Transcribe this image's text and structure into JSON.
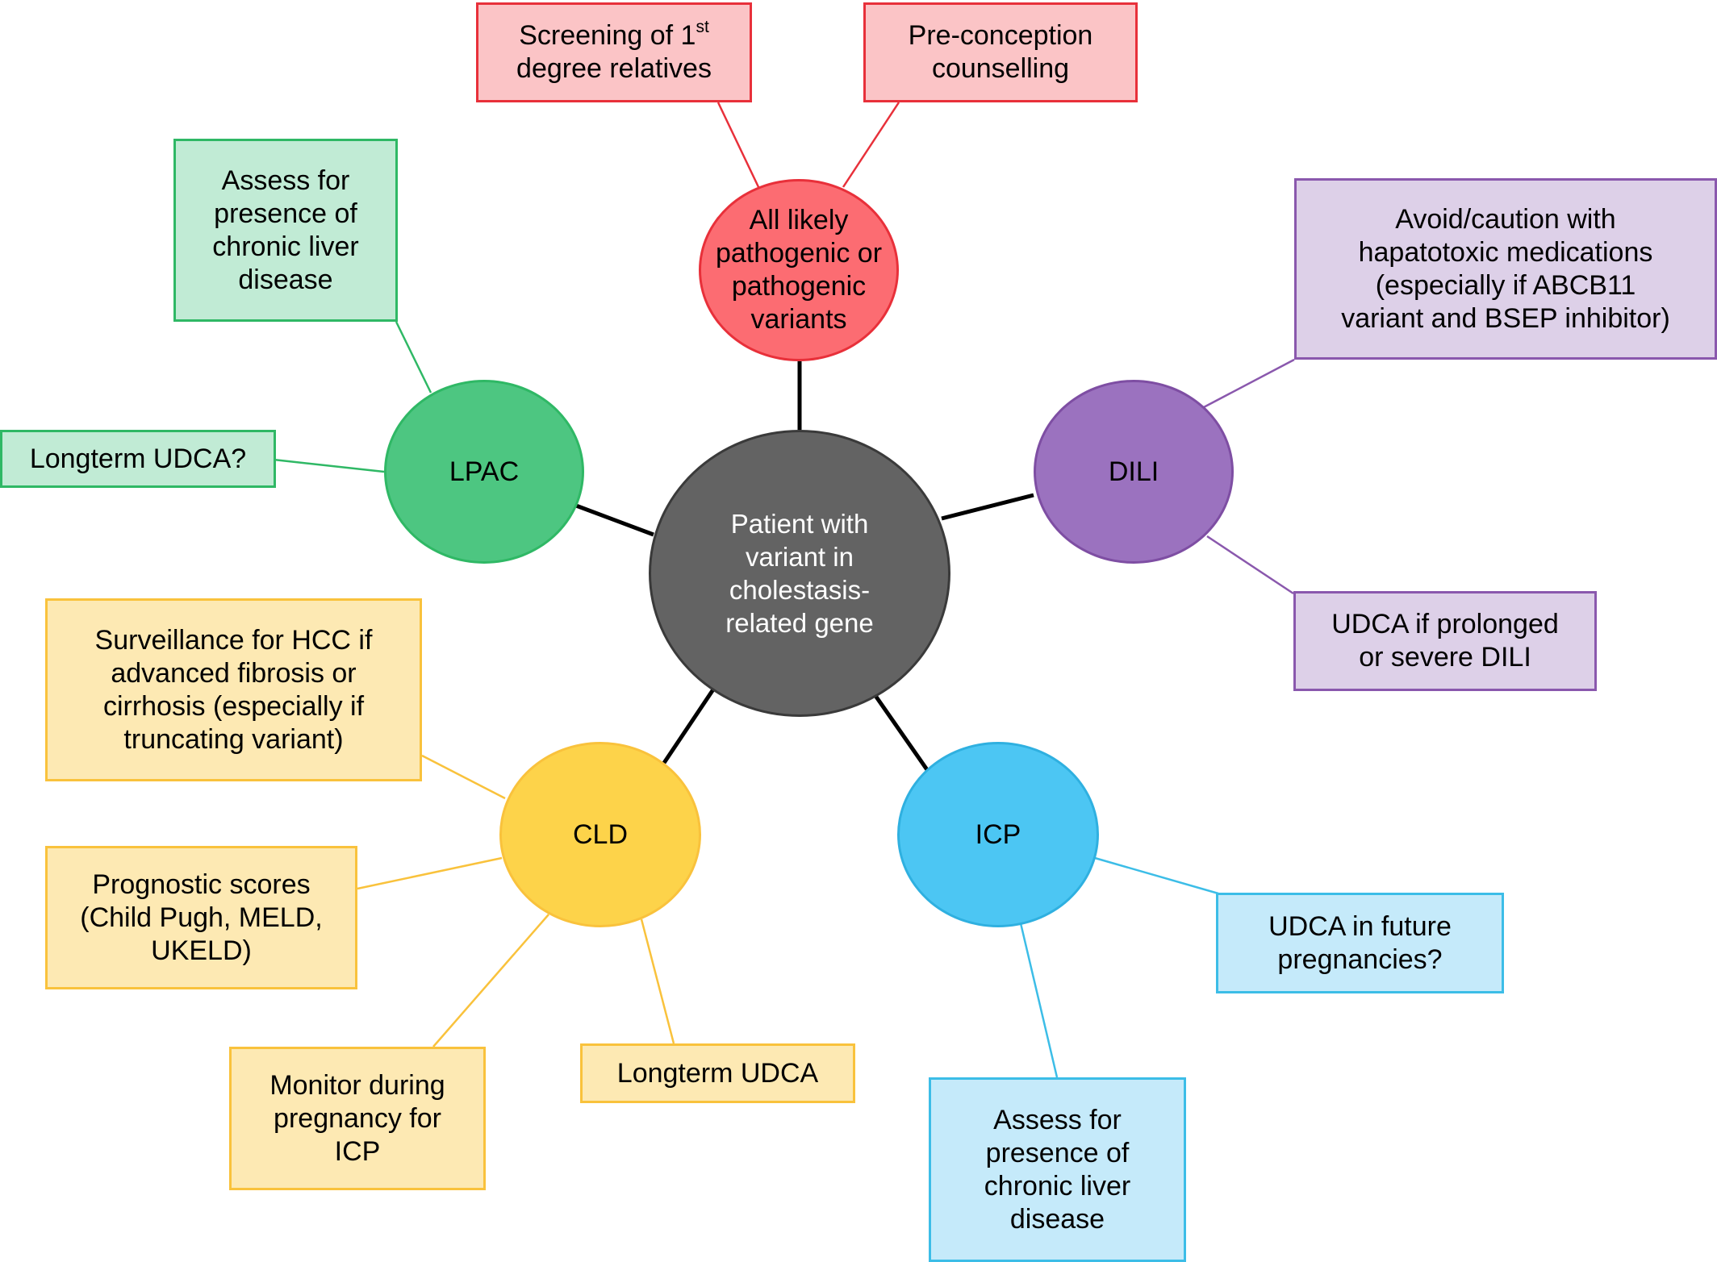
{
  "center": {
    "label": [
      "Patient with",
      "variant in",
      "cholestasis-",
      "related gene"
    ],
    "color": "#636363"
  },
  "nodes": {
    "pathogenic": {
      "label": [
        "All likely",
        "pathogenic or",
        "pathogenic",
        "variants"
      ],
      "color": "#fc6c72"
    },
    "lpac": {
      "label": [
        "LPAC"
      ],
      "color": "#4dc681"
    },
    "dili": {
      "label": [
        "DILI"
      ],
      "color": "#9b72bf"
    },
    "cld": {
      "label": [
        "CLD"
      ],
      "color": "#fdd34a"
    },
    "icp": {
      "label": [
        "ICP"
      ],
      "color": "#4cc6f3"
    }
  },
  "boxes": {
    "screening": {
      "line1_text": "Screening of 1",
      "line1_sup": "st",
      "line2": "degree relatives"
    },
    "preconception": {
      "label": [
        "Pre-conception",
        "counselling"
      ]
    },
    "lpac_assess": {
      "label": [
        "Assess for",
        "presence of",
        "chronic liver",
        "disease"
      ]
    },
    "lpac_udca": {
      "label": [
        "Longterm UDCA?"
      ]
    },
    "dili_avoid": {
      "label": [
        "Avoid/caution with",
        "hapatotoxic medications",
        "(especially if ABCB11",
        "variant and BSEP inhibitor)"
      ]
    },
    "dili_udca": {
      "label": [
        "UDCA if prolonged",
        "or severe DILI"
      ]
    },
    "cld_surveillance": {
      "label": [
        "Surveillance for HCC if",
        "advanced fibrosis or",
        "cirrhosis (especially if",
        "truncating variant)"
      ]
    },
    "cld_prognostic": {
      "label": [
        "Prognostic scores",
        "(Child Pugh, MELD,",
        "UKELD)"
      ]
    },
    "cld_monitor": {
      "label": [
        "Monitor during",
        "pregnancy for",
        "ICP"
      ]
    },
    "cld_udca": {
      "label": [
        "Longterm UDCA"
      ]
    },
    "icp_udca": {
      "label": [
        "UDCA in future",
        "pregnancies?"
      ]
    },
    "icp_assess": {
      "label": [
        "Assess for",
        "presence of",
        "chronic liver",
        "disease"
      ]
    }
  },
  "colors": {
    "red": "#e8303a",
    "green": "#2fb865",
    "purple": "#8a58ad",
    "yellow": "#f9c23c",
    "blue": "#3cbde7",
    "center": "#636363",
    "connector": "#000000"
  }
}
